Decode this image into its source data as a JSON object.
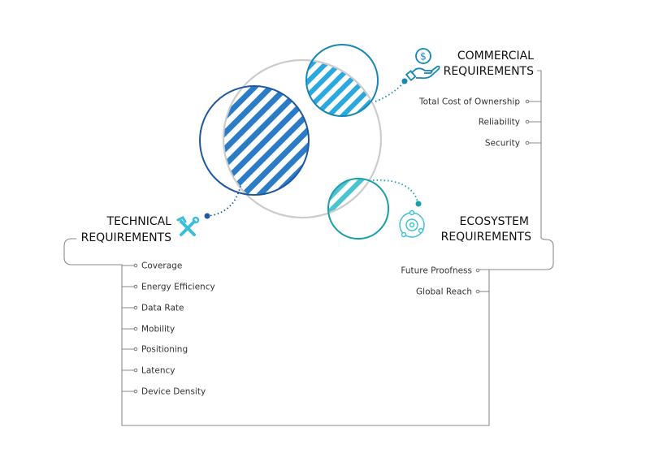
{
  "commercial": {
    "title_line1": "COMMERCIAL",
    "title_line2": "REQUIREMENTS",
    "icon": "dollar-hand-icon",
    "items": [
      "Total Cost of Ownership",
      "Reliability",
      "Security"
    ]
  },
  "ecosystem": {
    "title_line1": "ECOSYSTEM",
    "title_line2": "REQUIREMENTS",
    "icon": "orbit-icon",
    "items": [
      "Future Proofness",
      "Global Reach"
    ]
  },
  "technical": {
    "title_line1": "TECHNICAL",
    "title_line2": "REQUIREMENTS",
    "icon": "tools-icon",
    "items": [
      "Coverage",
      "Energy Efficiency",
      "Data Rate",
      "Mobility",
      "Positioning",
      "Latency",
      "Device Density"
    ]
  },
  "colors": {
    "technical": "#1f57a3",
    "technical_stripe": "#2a7cc7",
    "commercial": "#1787b3",
    "commercial_stripe": "#29a9e0",
    "ecosystem": "#17a0a6",
    "ecosystem_fill": "#4cc4d0",
    "central": "#cccccc"
  }
}
